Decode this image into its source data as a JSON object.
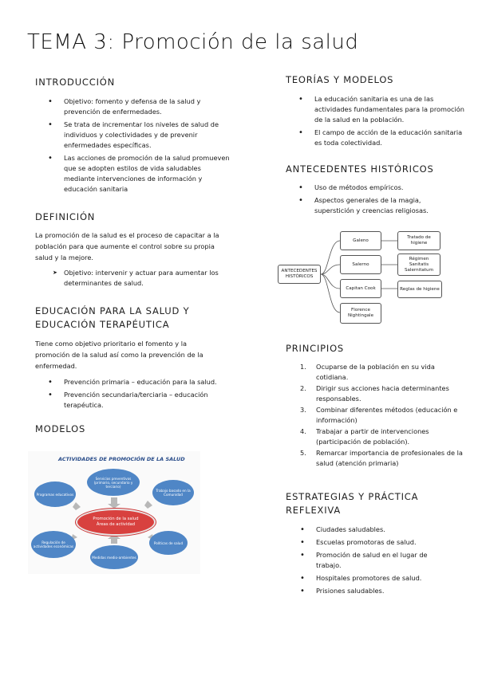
{
  "title": "TEMA 3: Promoción de la salud",
  "intro": {
    "heading": "INTRODUCCIÓN",
    "items": [
      "Objetivo: fomento y defensa de la salud y prevención de enfermedades.",
      "Se trata de incrementar los niveles de salud de individuos y colectividades y de prevenir enfermedades específicas.",
      "Las acciones de promoción de la salud promueven que se adopten estilos de vida saludables mediante intervenciones de información y educación sanitaria"
    ]
  },
  "definicion": {
    "heading": "DEFINICIÓN",
    "text": "La promoción de la salud es el proceso de capacitar a la población para que aumente el control sobre su propia salud y la mejore.",
    "items": [
      "Objetivo: intervenir y actuar para aumentar los determinantes de salud."
    ]
  },
  "educacion": {
    "heading_1": "EDUCACIÓN PARA LA SALUD Y",
    "heading_2": "EDUCACIÓN TERAPÉUTICA",
    "text": "Tiene como objetivo prioritario el fomento y la promoción de la salud así como la prevención de la enfermedad.",
    "items": [
      "Prevención primaria – educación para la salud.",
      "Prevención secundaria/terciaria – educación terapéutica."
    ]
  },
  "modelos": {
    "heading": "MODELOS",
    "image": {
      "title": "ACTIVIDADES DE PROMOCIÓN DE LA SALUD",
      "center_1": "Promoción de la salud",
      "center_2": "Áreas de actividad",
      "bubbles": [
        "Servicios preventivos (primario, secundario y terciario)",
        "Trabajo basado en la Comunidad",
        "Políticas de salud",
        "Medidas medio-ambientes",
        "Regulación de actividades económicas",
        "Programas educativos"
      ]
    }
  },
  "teorias": {
    "heading": "TEORÍAS Y MODELOS",
    "items": [
      "La educación sanitaria es una de las actividades fundamentales para la promoción de la salud en la población.",
      "El campo de acción de la educación sanitaria es toda colectividad."
    ]
  },
  "antecedentes": {
    "heading": "ANTECEDENTES HISTÓRICOS",
    "items": [
      "Uso de métodos empíricos.",
      "Aspectos generales de la magia, superstición y creencias religiosas."
    ],
    "diagram": {
      "root_1": "ANTECEDENTES",
      "root_2": "HISTÓRICOS",
      "galeno": "Galeno",
      "galeno_r1": "Tratado de",
      "galeno_r2": "higiene",
      "salerno": "Salerno",
      "salerno_r1": "Régimen",
      "salerno_r2": "Sanitatis",
      "salerno_r3": "Salernitatum",
      "cook": "Capitan Cook",
      "cook_r": "Reglas de higiene",
      "florence_1": "Florence",
      "florence_2": "Nightingale"
    }
  },
  "principios": {
    "heading": "PRINCIPIOS",
    "items": [
      "Ocuparse de la población en su vida cotidiana.",
      "Dirigir sus acciones hacia determinantes responsables.",
      "Combinar diferentes métodos (educación e información)",
      "Trabajar a partir de intervenciones (participación de población).",
      "Remarcar importancia de profesionales de la salud (atención primaria)"
    ]
  },
  "estrategias": {
    "heading_1": "ESTRATEGIAS Y PRÁCTICA",
    "heading_2": "REFLEXIVA",
    "items": [
      "Ciudades saludables.",
      "Escuelas promotoras de salud.",
      "Promoción de salud en el lugar de trabajo.",
      "Hospitales promotores de salud.",
      "Prisiones saludables."
    ]
  }
}
